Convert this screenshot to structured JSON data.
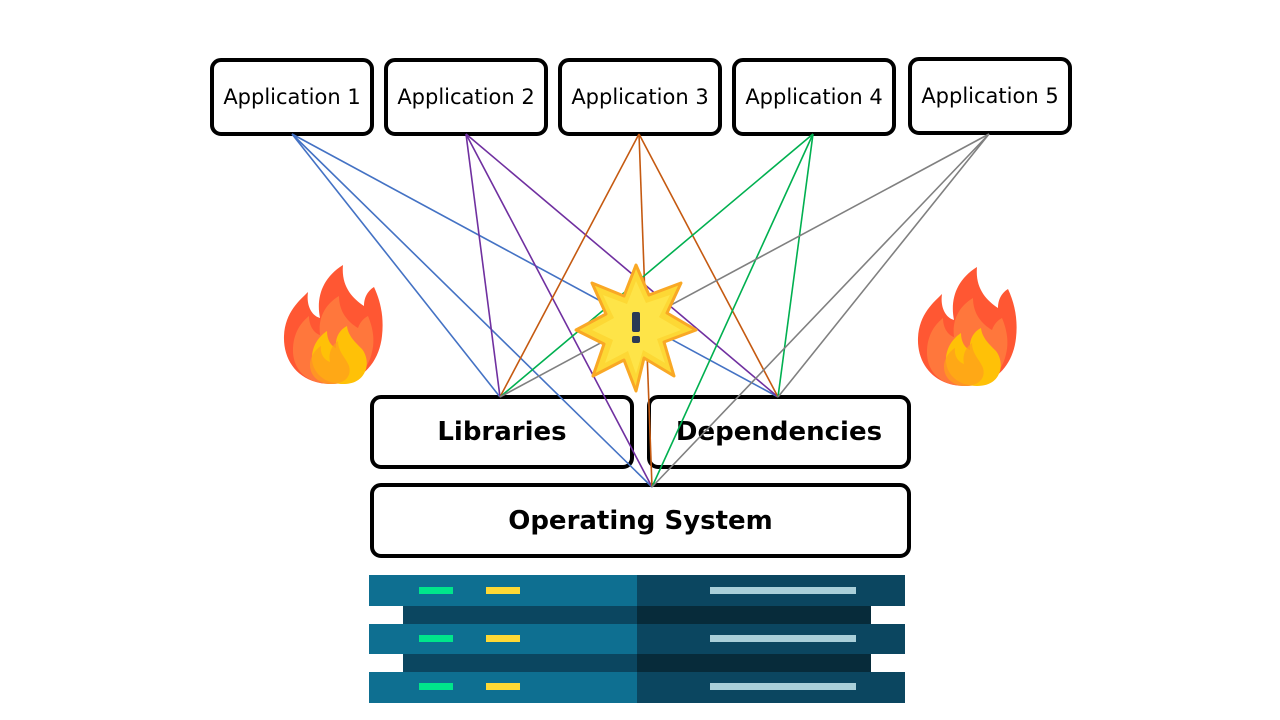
{
  "applications": [
    {
      "label": "Application 1",
      "line_color": "#4472c4"
    },
    {
      "label": "Application 2",
      "line_color": "#7030a0"
    },
    {
      "label": "Application 3",
      "line_color": "#c55a11"
    },
    {
      "label": "Application 4",
      "line_color": "#00b050"
    },
    {
      "label": "Application 5",
      "line_color": "#808080"
    }
  ],
  "layers": {
    "libraries": "Libraries",
    "dependencies": "Dependencies",
    "operating_system": "Operating System"
  },
  "icons": {
    "flame_left": "fire-icon",
    "flame_right": "fire-icon",
    "warning": "warning-burst-icon",
    "server": "server-rack-icon"
  },
  "colors": {
    "flame_outer": "#ff5733",
    "flame_mid": "#ff8c42",
    "flame_inner": "#ffc107",
    "burst_fill": "#fdd835",
    "burst_stroke": "#f9a825",
    "server_light": "#0e6f91",
    "server_dark": "#0b4660",
    "led_green": "#00e58b",
    "led_yellow": "#fdd835"
  }
}
